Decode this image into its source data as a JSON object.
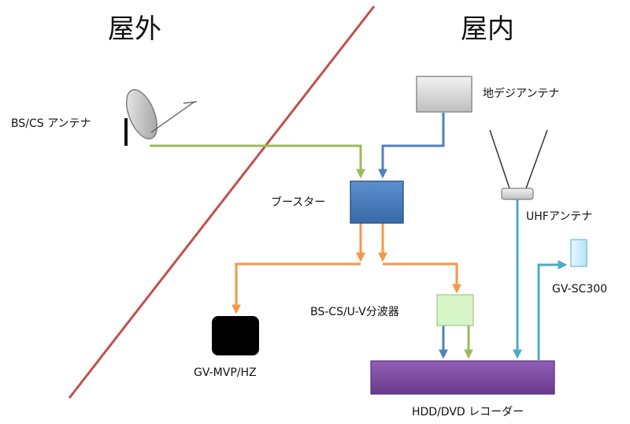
{
  "headings": {
    "outdoor": "屋外",
    "indoor": "屋内"
  },
  "labels": {
    "bscs_antenna": "BS/CS アンテナ",
    "terrestrial_antenna": "地デジアンテナ",
    "booster": "ブースター",
    "uhf_antenna": "UHFアンテナ",
    "gv_sc300": "GV-SC300",
    "splitter": "BS-CS/U-V分波器",
    "gv_mvp": "GV-MVP/HZ",
    "recorder": "HDD/DVD レコーダー"
  },
  "colors": {
    "divider": "#c0504d",
    "satellite_signal": "#9bbb59",
    "terrestrial_signal": "#4f81bd",
    "booster_output": "#f79646",
    "uhf_signal": "#4bacc6",
    "booster_box": "#4f81bd",
    "splitter_box": "#d8f5c8",
    "recorder_box": "#7f4aa0",
    "tuner_box": "#000000",
    "gv_sc300_box": "#d6f0fa",
    "antenna_box": "#d9d9d9"
  }
}
